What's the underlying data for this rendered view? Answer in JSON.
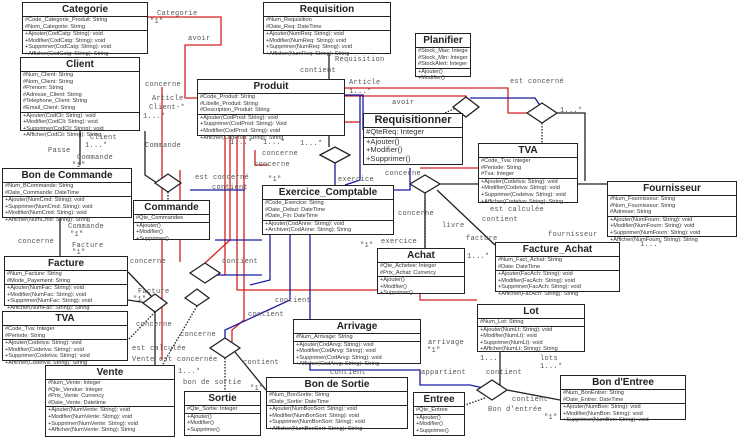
{
  "classes": [
    {
      "id": "categorie",
      "name": "Categorie",
      "attributes": [
        "#Code_Categorie_Produit: String",
        "#Nom_Categorie: String"
      ],
      "methods": [
        "+Ajouter(CodCatg: String): void",
        "+Modifier(CodCatg: String): void",
        "+Supprimer(CodCatg: String): void",
        "+Afficher(CodCatg: String): String"
      ]
    },
    {
      "id": "client",
      "name": "Client",
      "attributes": [
        "#Num_Client: String",
        "#Nom_Client: String",
        "#Prenom: String",
        "#Adresse_Client: String",
        "#Telephone_Client: String",
        "#Email_Client: String"
      ],
      "methods": [
        "+Ajouter(CodCli: String): void",
        "+Modifier(CodCli: String): void",
        "+Supprimer(CodCli: String): void",
        "+Afficher(CodCli: String): String"
      ]
    },
    {
      "id": "requisition",
      "name": "Requisition",
      "attributes": [
        "#Num_Requisition",
        "#Date_Req: DateTime"
      ],
      "methods": [
        "+Ajouter(NumReq: String): void",
        "+Modifier(NumReq: String): void",
        "+Supprimer(NumReq: String): void",
        "+Afficher(NumReq: String): String"
      ]
    },
    {
      "id": "planifier",
      "name": "Planifier",
      "attributes": [
        "#Stock_Max: Integer",
        "#Stock_Min: Integer",
        "#StockAlert: Integer"
      ],
      "methods": [
        "+Ajouter()",
        "+Modifier()"
      ]
    },
    {
      "id": "produit",
      "name": "Produit",
      "attributes": [
        "#Code_Produit: String",
        "#Libelle_Produit: String",
        "#Description_Produit: String"
      ],
      "methods": [
        "+Ajouter(CodProd: String): void",
        "+Supprimer(CodProd: String): Void",
        "+Modifier(CodProd: String): void",
        "+Afficher(CodProd: String): String"
      ]
    },
    {
      "id": "requisitionner",
      "name": "Requisitionner",
      "attributes": [
        "#QteReq: Integer"
      ],
      "methods": [
        "+Ajouter()",
        "+Modifier()",
        "+Supprimer()"
      ]
    },
    {
      "id": "tva1",
      "name": "TVA",
      "attributes": [
        "#Code_Tva: Integer",
        "#Periode: String",
        "#Tva: Integer"
      ],
      "methods": [
        "+Ajouter(Codetva: String): void",
        "+Modifier(Codetva: String): void",
        "+Supprimer(Codetva: String): void",
        "+Afficher(Codetva: String): String"
      ]
    },
    {
      "id": "fournisseur",
      "name": "Fournisseur",
      "attributes": [
        "#Num_Fournisseur: String",
        "#Nom_Fournisseur: String",
        "#Adresse: String"
      ],
      "methods": [
        "+Ajouter(NumFourn: String): void",
        "+Modifier(NumFourn: String): void",
        "+Supprimer(NumFourn: String): void",
        "+Afficher(NumFourn: String): String"
      ]
    },
    {
      "id": "bon-commande",
      "name": "Bon de Commande",
      "attributes": [
        "#Num_BCommande: String",
        "#Date_Commande: DateTime"
      ],
      "methods": [
        "+Ajouter(NumCmd: String): void",
        "+Supprimer(NumCmd: String): void",
        "+Modifier(NumCmd: String): void",
        "+Afficher(NumCmd: String): String"
      ]
    },
    {
      "id": "commande",
      "name": "Commande",
      "attributes": [
        "#Qte_Commandee"
      ],
      "methods": [
        "+Ajouter()",
        "+Modifier()",
        "+Supprimer()"
      ]
    },
    {
      "id": "facture",
      "name": "Facture",
      "attributes": [
        "#Num_Facture: String",
        "#Mode_Payement: String"
      ],
      "methods": [
        "+Ajouter(NumFac: String): void",
        "+Modifier(NumFac: String): void",
        "+Supprimer(NumFac: String): void",
        "+Afficher(NumFac: String): String"
      ]
    },
    {
      "id": "exercice",
      "name": "Exercice_Comptable",
      "attributes": [
        "#Code_Exercice: String",
        "#Date_Debut: DateTime",
        "#Date_Fin: DateTime"
      ],
      "methods": [
        "+Ajouter(CodAnne: String): void",
        "+Archiver(CodAnne: String): String"
      ]
    },
    {
      "id": "achat",
      "name": "Achat",
      "attributes": [
        "#Qte_Achetee: Integer",
        "#Prix_Achat: Currency"
      ],
      "methods": [
        "+Ajouter()",
        "+Modifier()",
        "+Supprimer()"
      ]
    },
    {
      "id": "facture-achat",
      "name": "Facture_Achat",
      "attributes": [
        "#Num_Fact_Achat: String",
        "#Date: DateTime"
      ],
      "methods": [
        "+Ajouter(FacAch: String): void",
        "+Modifier(FacAch: String): void",
        "+Supprimer(FacAch: String): void",
        "+Afficher(FacAch: String): String"
      ]
    },
    {
      "id": "tva2",
      "name": "TVA",
      "attributes": [
        "#Code_Tva: Integer",
        "#Periode: String"
      ],
      "methods": [
        "+Ajouter(Codetva: String): void",
        "+Modifier(Codetva: String): void",
        "+Supprimer(Codetva: String): void",
        "+Afficher(Codetva: String): String"
      ]
    },
    {
      "id": "arrivage",
      "name": "Arrivage",
      "attributes": [
        "#Num_Arrivage: String"
      ],
      "methods": [
        "+Ajouter(CodArvg: String): void",
        "+Modifier(CodArvg: String): void",
        "+Supprimer(CodArvg: String): void",
        "+Afficher(CodArvg: String): String"
      ]
    },
    {
      "id": "lot",
      "name": "Lot",
      "attributes": [
        "#Num_Lot: String"
      ],
      "methods": [
        "+Ajouter(NumLt: String): void",
        "+Modifier(NumLt): void",
        "+Supprimer(NumLt): void",
        "+Afficher(NumLt: String): String"
      ]
    },
    {
      "id": "vente",
      "name": "Vente",
      "attributes": [
        "#Num_Vente: Integer",
        "#Qte_Vendue: Integer",
        "#Prix_Vente: Currency",
        "#Date_Vente: Datetime"
      ],
      "methods": [
        "+Ajouter(NumVente: String): void",
        "+Modifier(NumVente: String): void",
        "+Supprimer(NumVente: String): void",
        "+Afficher(NumVente: String): String"
      ]
    },
    {
      "id": "sortie",
      "name": "Sortie",
      "attributes": [
        "#Qte_Sortie: Integer"
      ],
      "methods": [
        "+Ajouter()",
        "+Modifier()",
        "+Supprimer()"
      ]
    },
    {
      "id": "bon-sortie",
      "name": "Bon de Sortie",
      "attributes": [
        "#Num_BonSortie: String",
        "#Date_Sortie: DateTime"
      ],
      "methods": [
        "+Ajouter(NumBonSort: String): void",
        "+Modifier(NumBonSort: String): void",
        "+Supprimer(NumBonSort: String): void",
        "+Afficher(NumBonSort: String): String"
      ]
    },
    {
      "id": "entree",
      "name": "Entree",
      "attributes": [
        "#Qte_Entree"
      ],
      "methods": [
        "+Ajouter()",
        "+Modifier()",
        "+Supprimer()"
      ]
    },
    {
      "id": "bon-entree",
      "name": "Bon d'Entree",
      "attributes": [
        "#Num_BonEntrer: String",
        "#Date_Entrer: DateTime"
      ],
      "methods": [
        "+Ajouter(NumBon: String): void",
        "+Modifier(NumBon: String): void",
        "+Supprimer(NumBon: String): void"
      ]
    }
  ],
  "labels": [
    "Categorie",
    "\"1\"",
    "avoir",
    "concerne",
    "Article",
    "Client-*",
    "1...*",
    "Commande",
    "Client",
    "1...*",
    "Passe",
    "Commande",
    "\"1\"",
    "Requisition",
    "contient",
    "Article",
    "1...*",
    "est concerné",
    "avoir",
    "1...*",
    "1...*",
    "1...*",
    "1...*",
    "concerne",
    "concerne",
    "est concerné",
    "contient",
    "concerne",
    "exercice",
    "\"1\"",
    "est calculée",
    "contient",
    "fournisseur",
    "1...*",
    "concerne",
    "livre",
    "exercice",
    "\"1\"",
    "facture",
    "1...*",
    "Commande",
    "\"1\"",
    "concerne",
    "Facture",
    "\"1\"",
    "concerne",
    "contient",
    "Facture",
    "\"1\"",
    "contient",
    "concerne",
    "contient",
    "concerne",
    "est calculée",
    "Vente est concernée",
    "1...*",
    "bon de sortie",
    "\"1\"",
    "contient",
    "contient",
    "arrivage",
    "\"1\"",
    "appartient",
    "contient",
    "lots",
    "1...*",
    "1...*",
    "contient",
    "Bon d'entrée",
    "\"1\""
  ],
  "colors": {
    "red": "#d42020",
    "blue": "#1a1aa0",
    "black": "#222222"
  }
}
